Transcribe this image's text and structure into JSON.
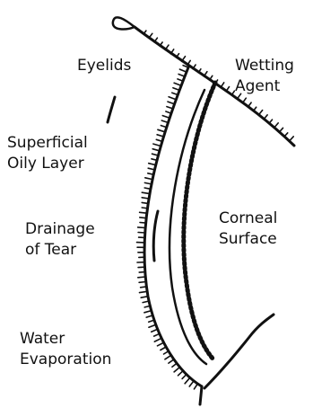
{
  "labels": {
    "eyelids": "Eyelids",
    "wetting_agent": [
      "Wetting",
      "Agent"
    ],
    "superficial_oily_layer": [
      "Superficial",
      "Oily Layer"
    ],
    "drainage_of_tear": [
      "Drainage",
      "of Tear"
    ],
    "corneal_surface": [
      "Corneal",
      "Surface"
    ],
    "water_evaporation": [
      "Water",
      "Evaporation"
    ]
  },
  "colors": {
    "ink": "#111111",
    "background": "#ffffff"
  }
}
